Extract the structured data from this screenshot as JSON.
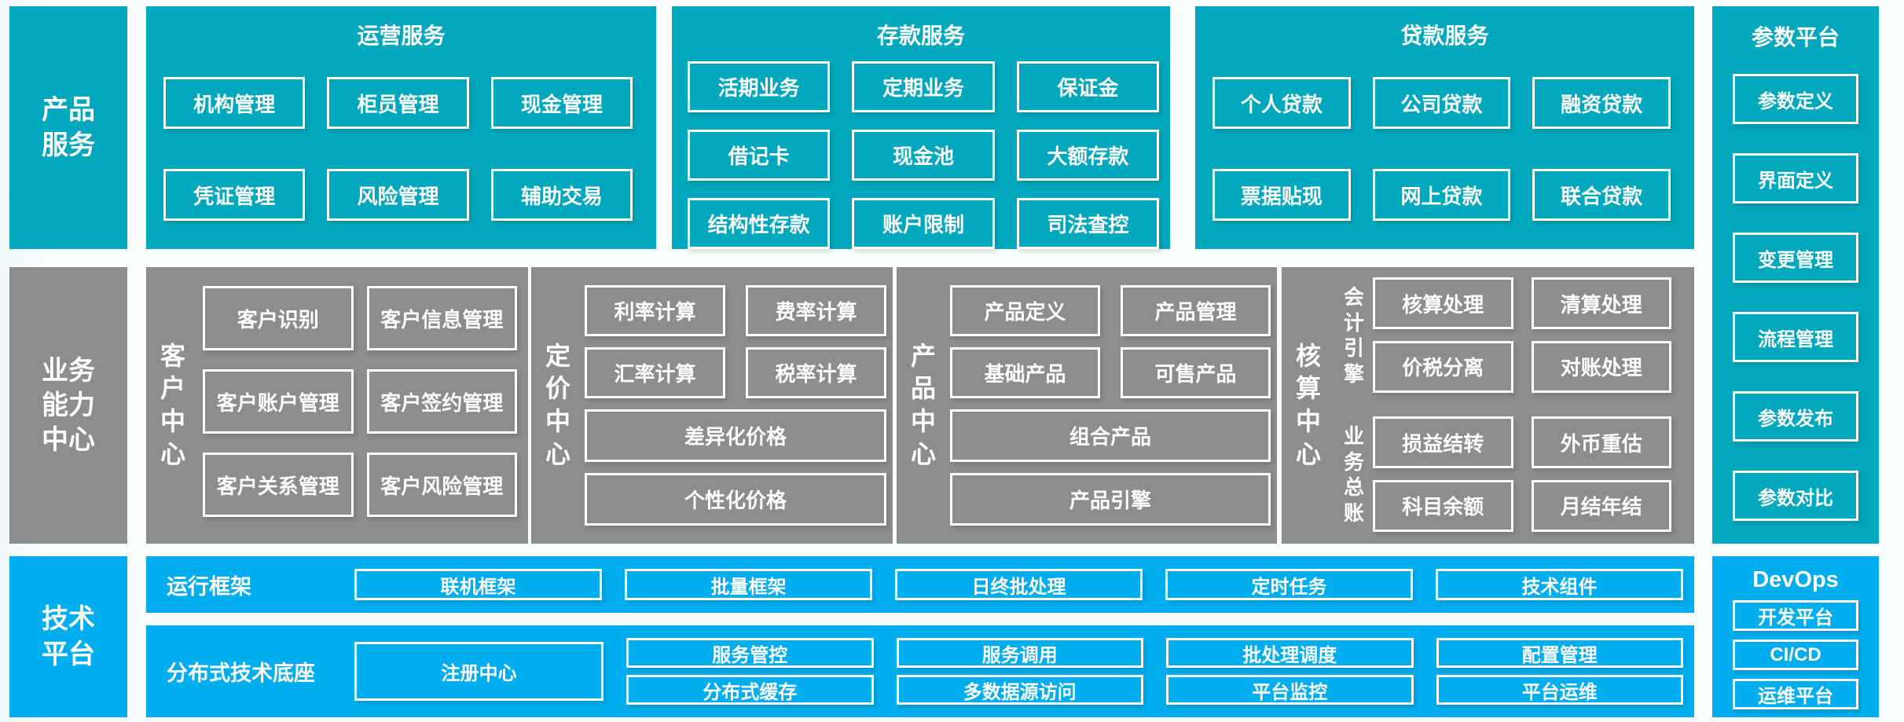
{
  "palette": {
    "teal": "#00a8bd",
    "gray": "#8d8d8d",
    "blue": "#00aeef",
    "background": "#f7fbfc",
    "box_border": "#ffffff"
  },
  "rails": {
    "product_services": "产品服务",
    "business_capability": "业务能力中心",
    "tech_platform": "技术平台"
  },
  "top": {
    "operations": {
      "title": "运营服务",
      "boxes": [
        "机构管理",
        "柜员管理",
        "现金管理",
        "凭证管理",
        "风险管理",
        "辅助交易"
      ]
    },
    "deposit": {
      "title": "存款服务",
      "boxes": [
        "活期业务",
        "定期业务",
        "保证金",
        "借记卡",
        "现金池",
        "大额存款",
        "结构性存款",
        "账户限制",
        "司法查控"
      ]
    },
    "loan": {
      "title": "贷款服务",
      "boxes": [
        "个人贷款",
        "公司贷款",
        "融资贷款",
        "票据贴现",
        "网上贷款",
        "联合贷款"
      ]
    }
  },
  "param_platform": {
    "title": "参数平台",
    "boxes": [
      "参数定义",
      "界面定义",
      "变更管理",
      "流程管理",
      "参数发布",
      "参数对比"
    ]
  },
  "middle": {
    "customer": {
      "label": "客户中心",
      "boxes": [
        "客户识别",
        "客户信息管理",
        "客户账户管理",
        "客户签约管理",
        "客户关系管理",
        "客户风险管理"
      ]
    },
    "pricing": {
      "label": "定价中心",
      "small_boxes": [
        "利率计算",
        "费率计算",
        "汇率计算",
        "税率计算"
      ],
      "wide_boxes": [
        "差异化价格",
        "个性化价格"
      ]
    },
    "product": {
      "label": "产品中心",
      "small_boxes": [
        "产品定义",
        "产品管理",
        "基础产品",
        "可售产品"
      ],
      "wide_boxes": [
        "组合产品",
        "产品引擎"
      ]
    },
    "accounting": {
      "label": "核算中心",
      "groups": [
        {
          "label": "会计引擎",
          "boxes": [
            "核算处理",
            "清算处理",
            "价税分离",
            "对账处理"
          ]
        },
        {
          "label": "业务总账",
          "boxes": [
            "损益结转",
            "外币重估",
            "科目余额",
            "月结年结"
          ]
        }
      ]
    }
  },
  "bottom": {
    "runtime": {
      "label": "运行框架",
      "boxes": [
        "联机框架",
        "批量框架",
        "日终批处理",
        "定时任务",
        "技术组件"
      ]
    },
    "distributed": {
      "label": "分布式技术底座",
      "registry": "注册中心",
      "columns": [
        {
          "top": "服务管控",
          "bottom": "分布式缓存"
        },
        {
          "top": "服务调用",
          "bottom": "多数据源访问"
        },
        {
          "top": "批处理调度",
          "bottom": "平台监控"
        },
        {
          "top": "配置管理",
          "bottom": "平台运维"
        }
      ]
    },
    "devops": {
      "title": "DevOps",
      "boxes": [
        "开发平台",
        "CI/CD",
        "运维平台"
      ]
    }
  }
}
